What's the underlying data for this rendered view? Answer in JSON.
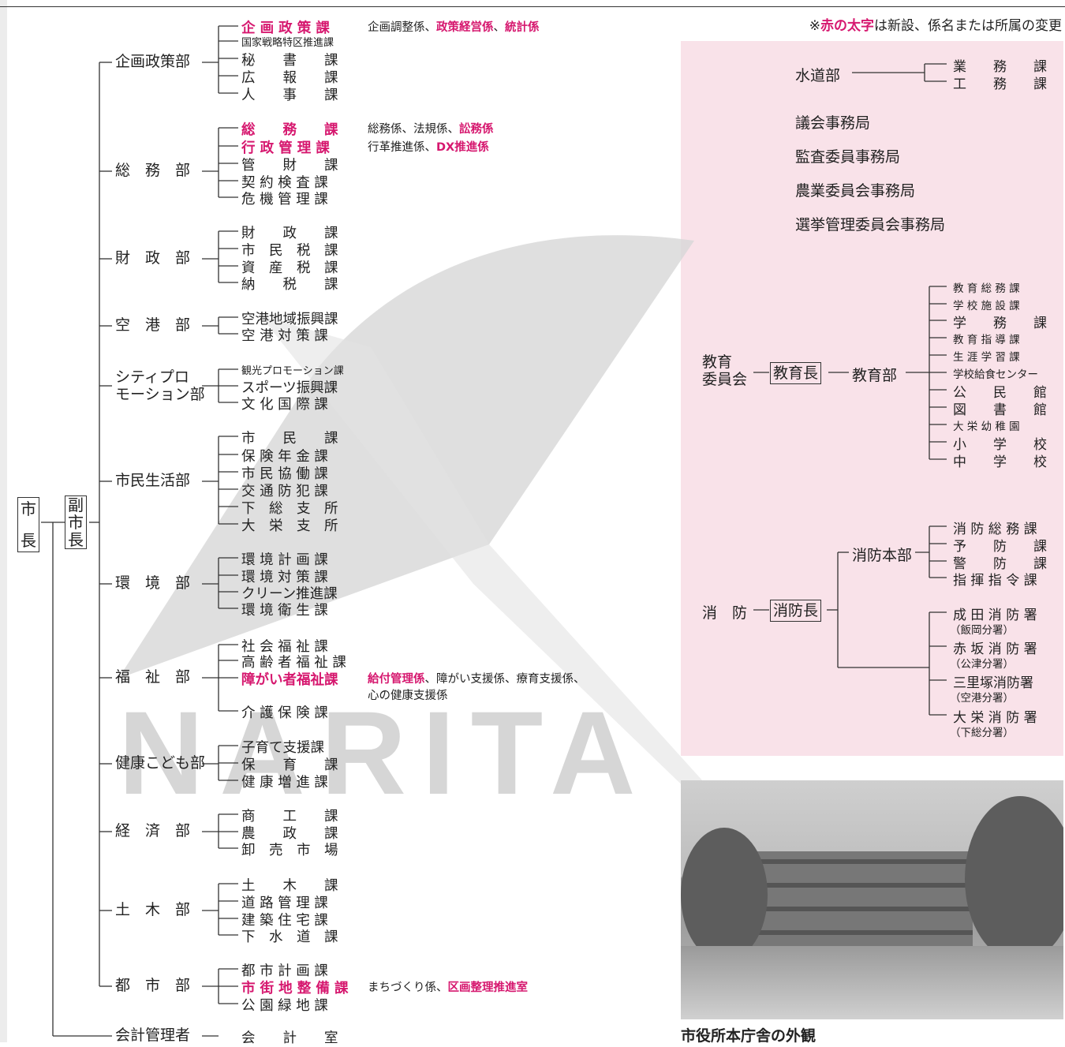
{
  "legend": {
    "prefix": "※",
    "bold": "赤の太字",
    "suffix": "は新設、係名または所属の変更"
  },
  "mayor": {
    "chars": [
      "市",
      "長"
    ]
  },
  "vice_mayor": {
    "chars": [
      "副",
      "市",
      "長"
    ]
  },
  "departments": [
    {
      "name": "企画政策部",
      "sections": [
        {
          "name": "企 画 政 策 課",
          "red": true,
          "note": [
            {
              "t": "企画調整係、"
            },
            {
              "t": "政策経営係",
              "red": true
            },
            {
              "t": "、"
            },
            {
              "t": "統計係",
              "red": true
            }
          ]
        },
        {
          "name": "国家戦略特区推進課",
          "small": true
        },
        {
          "name": "秘　　書　　課"
        },
        {
          "name": "広　　報　　課"
        },
        {
          "name": "人　　事　　課"
        }
      ]
    },
    {
      "name": "総　務　部",
      "sections": [
        {
          "name": "総　　務　　課",
          "red": true,
          "note": [
            {
              "t": "総務係、法規係、"
            },
            {
              "t": "訟務係",
              "red": true
            }
          ]
        },
        {
          "name": "行 政 管 理 課",
          "red": true,
          "note": [
            {
              "t": "行革推進係、"
            },
            {
              "t": "DX推進係",
              "red": true
            }
          ]
        },
        {
          "name": "管　　財　　課"
        },
        {
          "name": "契 約 検 査 課"
        },
        {
          "name": "危 機 管 理 課"
        }
      ]
    },
    {
      "name": "財　政　部",
      "sections": [
        {
          "name": "財　　政　　課"
        },
        {
          "name": "市　民　税　課"
        },
        {
          "name": "資　産　税　課"
        },
        {
          "name": "納　　税　　課"
        }
      ]
    },
    {
      "name": "空　港　部",
      "sections": [
        {
          "name": "空港地域振興課"
        },
        {
          "name": "空 港 対 策 課"
        }
      ]
    },
    {
      "name": "シティプロ\nモーション部",
      "sections": [
        {
          "name": "観光プロモーション課",
          "small": true
        },
        {
          "name": "スポーツ振興課"
        },
        {
          "name": "文 化 国 際 課"
        }
      ]
    },
    {
      "name": "市民生活部",
      "sections": [
        {
          "name": "市　　民　　課"
        },
        {
          "name": "保 険 年 金 課"
        },
        {
          "name": "市 民 協 働 課"
        },
        {
          "name": "交 通 防 犯 課"
        },
        {
          "name": "下　総　支　所"
        },
        {
          "name": "大　栄　支　所"
        }
      ]
    },
    {
      "name": "環　境　部",
      "sections": [
        {
          "name": "環 境 計 画 課"
        },
        {
          "name": "環 境 対 策 課"
        },
        {
          "name": "クリーン推進課"
        },
        {
          "name": "環 境 衛 生 課"
        }
      ]
    },
    {
      "name": "福　祉　部",
      "sections": [
        {
          "name": "社 会 福 祉 課"
        },
        {
          "name": "高 齢 者 福 祉 課"
        },
        {
          "name": "障がい者福祉課",
          "red": true,
          "note": [
            {
              "t": "給付管理係",
              "red": true
            },
            {
              "t": "、障がい支援係、療育支援係、"
            }
          ],
          "note2": "心の健康支援係"
        },
        {
          "name": "介 護 保 険 課"
        }
      ]
    },
    {
      "name": "健康こども部",
      "sections": [
        {
          "name": "子育て支援課"
        },
        {
          "name": "保　　育　　課"
        },
        {
          "name": "健 康 増 進 課"
        }
      ]
    },
    {
      "name": "経　済　部",
      "sections": [
        {
          "name": "商　　工　　課"
        },
        {
          "name": "農　　政　　課"
        },
        {
          "name": "卸　売　市　場"
        }
      ]
    },
    {
      "name": "土　木　部",
      "sections": [
        {
          "name": "土　　木　　課"
        },
        {
          "name": "道 路 管 理 課"
        },
        {
          "name": "建 築 住 宅 課"
        },
        {
          "name": "下　水　道　課"
        }
      ]
    },
    {
      "name": "都　市　部",
      "sections": [
        {
          "name": "都 市 計 画 課"
        },
        {
          "name": "市 街 地 整 備 課",
          "red": true,
          "note": [
            {
              "t": "まちづくり係、"
            },
            {
              "t": "区画整理推進室",
              "red": true
            }
          ]
        },
        {
          "name": "公 園 緑 地 課"
        }
      ]
    },
    {
      "name": "会計管理者",
      "sections": [
        {
          "name": "会　　計　　室"
        }
      ]
    }
  ],
  "water": {
    "name": "水道部",
    "sections": [
      "業　　務　　課",
      "工　　務　　課"
    ]
  },
  "bureaus": [
    "議会事務局",
    "監査委員事務局",
    "農業委員会事務局",
    "選挙管理委員会事務局"
  ],
  "education": {
    "board": [
      "教育",
      "委員会"
    ],
    "head": "教育長",
    "dept": "教育部",
    "sections": [
      "教 育 総 務 課",
      "学 校 施 設 課",
      "学　　務　　課",
      "教 育 指 導 課",
      "生 涯 学 習 課",
      "学校給食センター",
      "公　　民　　館",
      "図　　書　　館",
      "大 栄 幼 稚 園",
      "小　　学　　校",
      "中　　学　　校"
    ]
  },
  "fire": {
    "label": "消　防",
    "head": "消防長",
    "hq": "消防本部",
    "hq_sections": [
      "消 防 総 務 課",
      "予　　防　　課",
      "警　　防　　課",
      "指 揮 指 令 課"
    ],
    "stations": [
      {
        "name": "成 田 消 防 署",
        "branch": "（飯岡分署）"
      },
      {
        "name": "赤 坂 消 防 署",
        "branch": "（公津分署）"
      },
      {
        "name": "三里塚消防署",
        "branch": "（空港分署）"
      },
      {
        "name": "大 栄 消 防 署",
        "branch": "（下総分署）"
      }
    ]
  },
  "photo_caption": "市役所本庁舎の外観",
  "watermark": "NARITA",
  "colors": {
    "accent_red": "#d6186f",
    "panel_pink": "#f9e2e9"
  }
}
